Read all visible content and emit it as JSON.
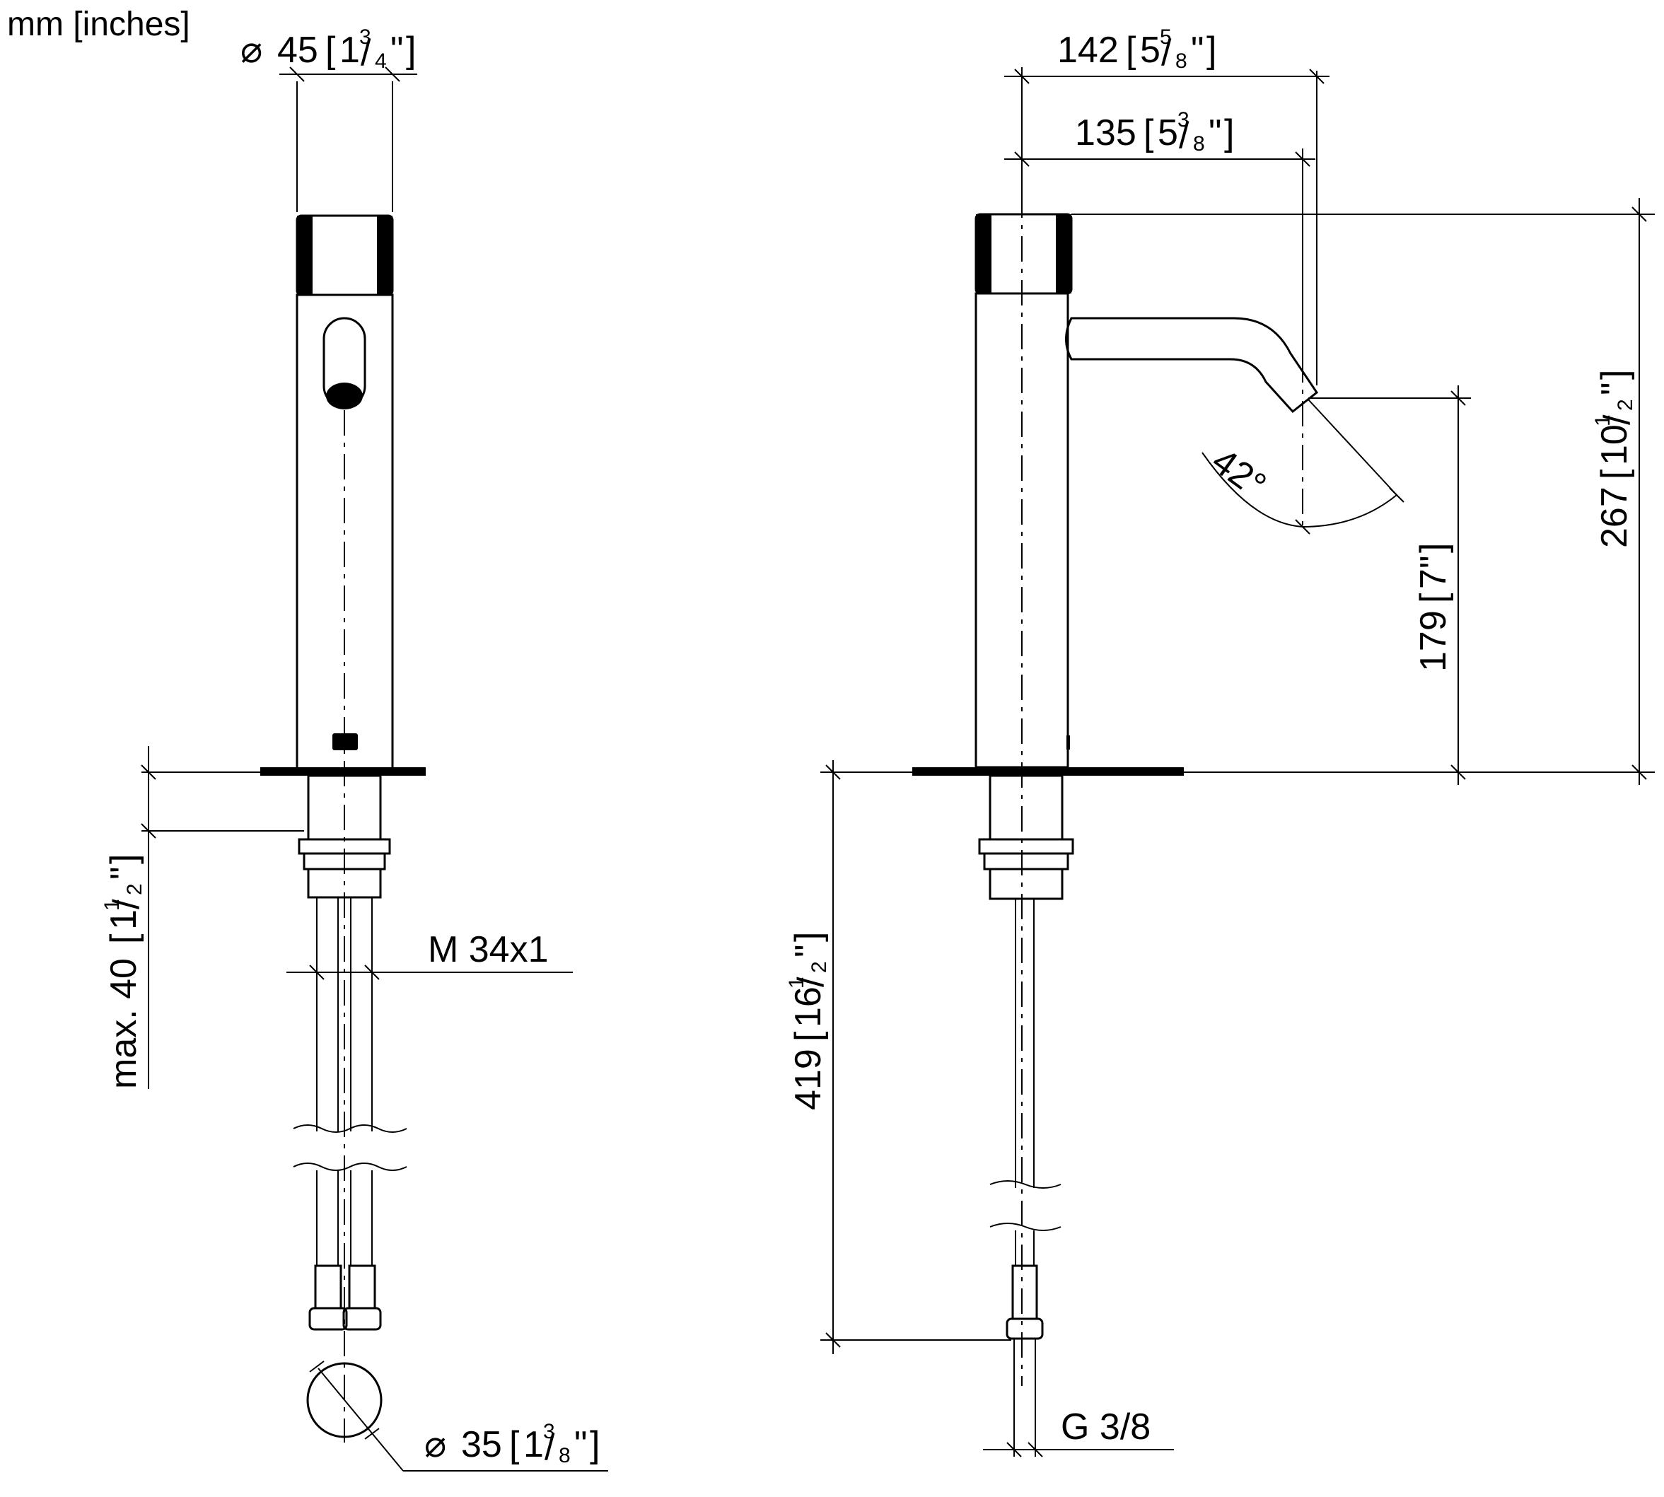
{
  "units_label": "mm [inches]",
  "dimensions": {
    "top_diameter": {
      "prefix": "⌀",
      "mm": "45",
      "whole": "1",
      "num": "3",
      "den": "4",
      "unit": "\""
    },
    "base_diameter": {
      "prefix": "⌀",
      "mm": "35",
      "whole": "1",
      "num": "3",
      "den": "8",
      "unit": "\""
    },
    "max_thickness": {
      "mm": "max. 40",
      "whole": "1",
      "num": "1",
      "den": "2",
      "unit": "\""
    },
    "thread": {
      "label": "M 34x1"
    },
    "outlet_total": {
      "mm": "142",
      "whole": "5",
      "num": "5",
      "den": "8",
      "unit": "\""
    },
    "outlet_reach": {
      "mm": "135",
      "whole": "5",
      "num": "3",
      "den": "8",
      "unit": "\""
    },
    "total_height": {
      "mm": "267",
      "whole": "10",
      "num": "1",
      "den": "2",
      "unit": "\""
    },
    "spout_height": {
      "mm": "179",
      "whole": "7",
      "unit": "\""
    },
    "hose_length": {
      "mm": "419",
      "whole": "16",
      "num": "1",
      "den": "2",
      "unit": "\""
    },
    "angle": {
      "label": "42°"
    },
    "connection": {
      "label": "G 3/8"
    }
  }
}
